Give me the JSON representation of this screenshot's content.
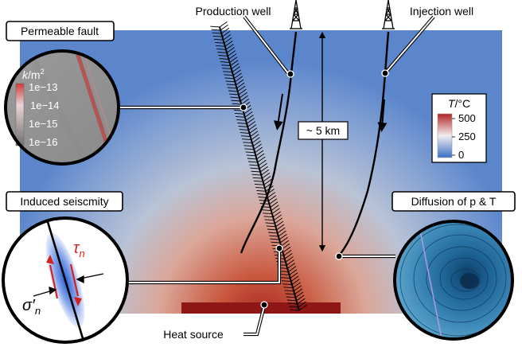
{
  "labels": {
    "production_well": "Production well",
    "injection_well": "Injection well",
    "permeable_fault": "Permeable fault",
    "induced_seismicity": "Induced seiscmity",
    "diffusion": "Diffusion of p & T",
    "heat_source": "Heat source",
    "depth": "~ 5 km"
  },
  "permeability_inset": {
    "title_symbol": "k",
    "title_unit": "/m",
    "title_exp": "2",
    "ticks": [
      "1e−13",
      "1e−14",
      "1e−15",
      "1e−16"
    ]
  },
  "temperature_legend": {
    "title_symbol": "T",
    "title_unit": "/°C",
    "ticks": [
      "500",
      "250",
      "0"
    ]
  },
  "seismicity_inset": {
    "tau": "τ",
    "tau_sub": "n",
    "sigma": "σ′",
    "sigma_sub": "n"
  },
  "colors": {
    "hot": "#9b1b1b",
    "warm": "#d9765a",
    "cool": "#8aa6cf",
    "cold": "#3f6fc2",
    "fault_red": "#c62828"
  }
}
